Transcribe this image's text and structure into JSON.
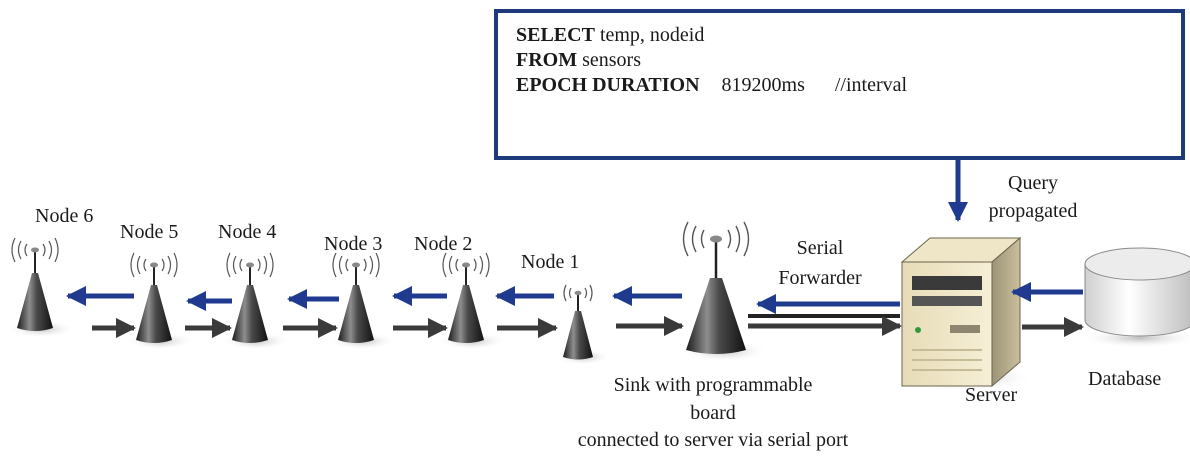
{
  "query": {
    "line1_kw": "SELECT",
    "line1_rest": "temp, nodeid",
    "line2_kw": "FROM",
    "line2_rest": "sensors",
    "line3_kw": "EPOCH DURATION",
    "line3_value": "819200ms",
    "line3_comment": "//interval"
  },
  "nodes": [
    {
      "label": "Node 6"
    },
    {
      "label": "Node 5"
    },
    {
      "label": "Node 4"
    },
    {
      "label": "Node 3"
    },
    {
      "label": "Node 2"
    },
    {
      "label": "Node 1"
    }
  ],
  "sink": {
    "label_line1": "Sink with programmable",
    "label_line2": "board",
    "label_line3": "connected  to server via  serial port"
  },
  "serial_forwarder": {
    "line1": "Serial",
    "line2": "Forwarder"
  },
  "query_propagated": {
    "line1": "Query",
    "line2": "propagated"
  },
  "server": {
    "label": "Server"
  },
  "database": {
    "label": "Database"
  },
  "colors": {
    "query_arrow": "#1f3a8f",
    "data_arrow": "#3a3a3a",
    "box_border": "#1f3a7a"
  }
}
